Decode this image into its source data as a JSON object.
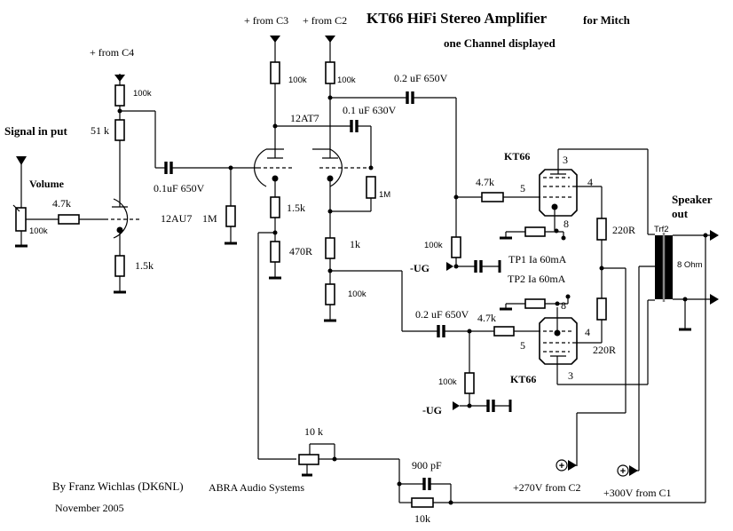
{
  "title": {
    "main": "KT66 HiFi  Stereo   Amplifier",
    "for": "for Mitch",
    "subtitle": "one Channel displayed"
  },
  "supplies": {
    "c4": "+ from C4",
    "c3": "+ from C3",
    "c2": "+ from C2",
    "hv_270": "+270V from C2",
    "hv_300": "+300V from C1",
    "ug_top": "-UG",
    "ug_bottom": "-UG"
  },
  "input": {
    "signal": "Signal in put",
    "volume": "Volume",
    "pot_value": "100k",
    "series_r": "4.7k"
  },
  "stage1": {
    "tube": "12AU7",
    "anode_r_top": "100k",
    "anode_r_bottom": "51 k",
    "cathode_r": "1.5k",
    "coupling_cap": "0.1uF 650V",
    "grid_r": "1M"
  },
  "stage2": {
    "tube": "12AT7",
    "anode_r_left": "100k",
    "anode_r_right": "100k",
    "cap_630": "0.1 uF 630V",
    "grid_r": "1M",
    "cathode_r_left": "1.5k",
    "cathode_r_470": "470R",
    "tail_r_1k": "1k",
    "tail_r_100k": "100k"
  },
  "output_top": {
    "coupling_cap": "0.2 uF 650V",
    "grid_stopper": "4.7k",
    "grid_leak": "100k",
    "tube": "KT66",
    "pin_anode": "3",
    "pin_screen": "4",
    "pin_grid": "5",
    "pin_cathode": "8",
    "screen_r": "220R",
    "tp1": "TP1  Ia 60mA"
  },
  "output_bottom": {
    "coupling_cap": "0.2 uF 650V",
    "grid_stopper": "4.7k",
    "grid_leak": "100k",
    "tube": "KT66",
    "pin_anode": "3",
    "pin_screen": "4",
    "pin_grid": "5",
    "pin_cathode": "8",
    "screen_r": "220R",
    "tp2": "TP2  Ia 60mA"
  },
  "output": {
    "speaker": "Speaker",
    "out": "out",
    "transformer": "Trf2",
    "impedance": "8 Ohm"
  },
  "feedback": {
    "pot": "10 k",
    "cap": "900 pF",
    "res": "10k"
  },
  "credits": {
    "author": "By Franz Wichlas (DK6NL)",
    "company": "ABRA Audio Systems",
    "date": "November 2005"
  }
}
